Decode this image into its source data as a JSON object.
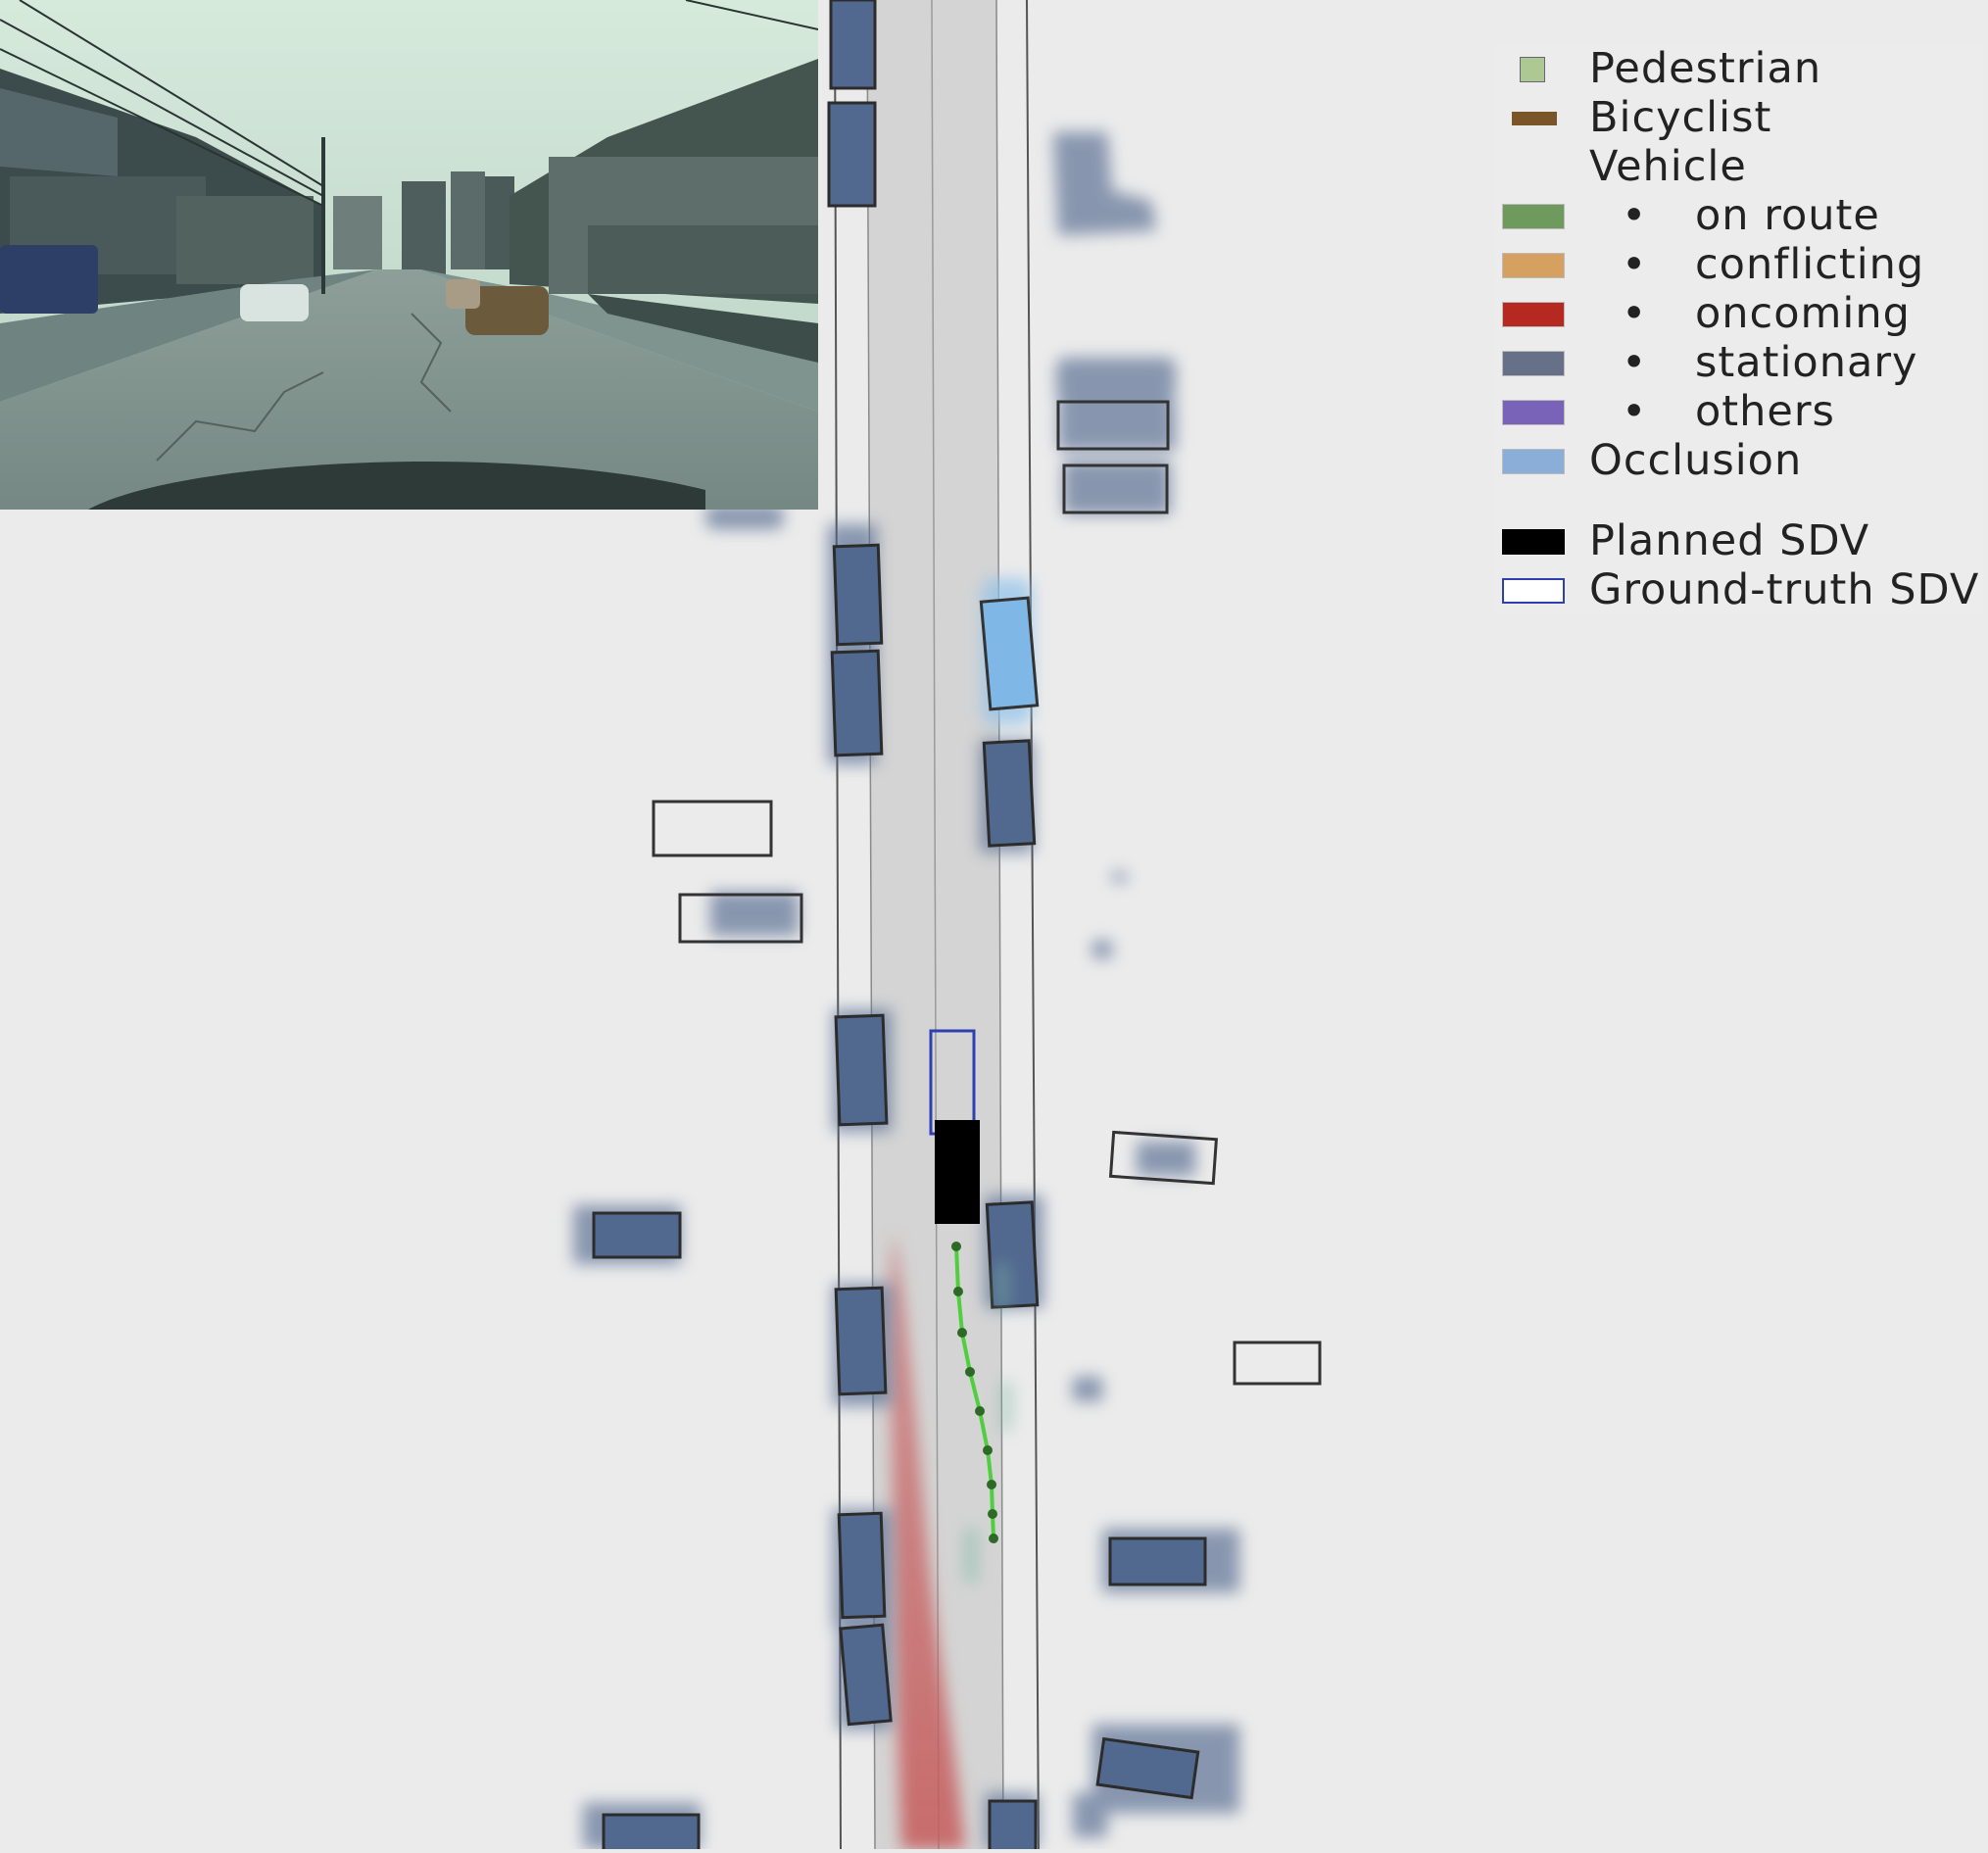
{
  "legend": {
    "pedestrian": {
      "label": "Pedestrian",
      "color": "#aec893"
    },
    "bicyclist": {
      "label": "Bicyclist",
      "color": "#7a5528"
    },
    "vehicle": {
      "label": "Vehicle"
    },
    "vehicle_classes": [
      {
        "label": "on route",
        "color": "#6e9a5d"
      },
      {
        "label": "conflicting",
        "color": "#d6a060"
      },
      {
        "label": "oncoming",
        "color": "#b52920"
      },
      {
        "label": "stationary",
        "color": "#667189"
      },
      {
        "label": "others",
        "color": "#7963b8"
      }
    ],
    "bullet": "•",
    "occlusion": {
      "label": "Occlusion",
      "color": "#8aaed8"
    },
    "planned_sdv": {
      "label": "Planned SDV",
      "color": "#000000"
    },
    "ground_truth_sdv": {
      "label": "Ground-truth SDV",
      "color": "#2f3fb0"
    }
  },
  "scene": {
    "background_color": "#ebebeb",
    "road_color": "#d4d4d4",
    "actor_color": "#52698f",
    "empty_box_outline": "#333333",
    "route_color": "#4fcf3e"
  },
  "camera_view": {
    "description_icon": "street-camera-image"
  }
}
